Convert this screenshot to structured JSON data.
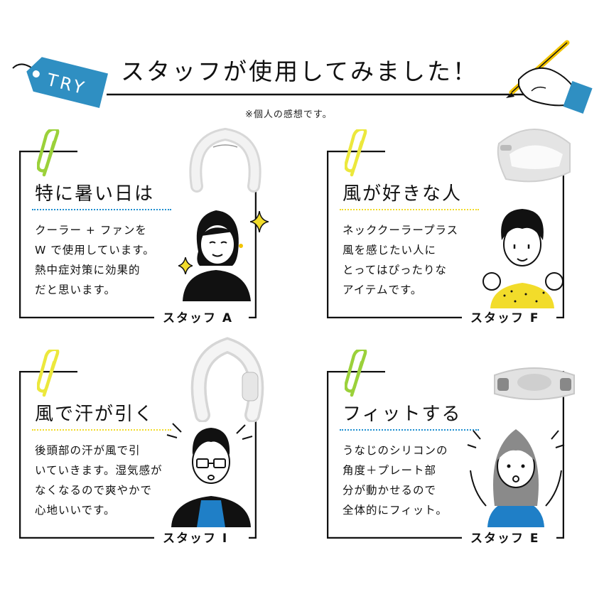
{
  "header": {
    "tag_label": "TRY",
    "title": "スタッフが使用してみました！",
    "disclaimer": "※個人の感想です。"
  },
  "colors": {
    "accent_blue": "#2f8fc2",
    "accent_yellow": "#f2dc2a",
    "clip_green": "#9bd13a",
    "clip_yellow": "#ece83c",
    "line": "#111111",
    "shirt_blue": "#1f7fc7"
  },
  "cards": [
    {
      "title": "特に暑い日は",
      "lines": [
        "クーラー + ファンを",
        "W で使用しています。",
        "熱中症対策に効果的",
        "だと思います。"
      ],
      "staff": "スタッフ A"
    },
    {
      "title": "風が好きな人",
      "lines": [
        "ネッククーラープラス",
        "風を感じたい人に",
        "とってはぴったりな",
        "アイテムです。"
      ],
      "staff": "スタッフ F"
    },
    {
      "title": "風で汗が引く",
      "lines": [
        "後頭部の汗が風で引",
        "いていきます。湿気感が",
        "なくなるので爽やかで",
        "心地いいです。"
      ],
      "staff": "スタッフ I"
    },
    {
      "title": "フィットする",
      "lines": [
        "うなじのシリコンの",
        "角度＋プレート部",
        "分が動かせるので",
        "全体的にフィット。"
      ],
      "staff": "スタッフ E"
    }
  ]
}
